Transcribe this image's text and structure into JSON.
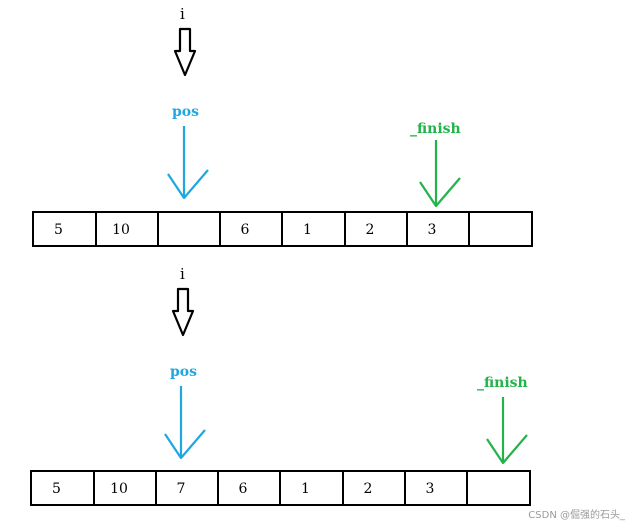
{
  "colors": {
    "i_arrow": "#000000",
    "pos_arrow": "#1ea7e1",
    "finish_arrow": "#22b34a",
    "cells_border": "#000000"
  },
  "top": {
    "i_label": "i",
    "pos_label": "pos",
    "finish_label": "_finish",
    "cells": [
      "5",
      "10",
      "",
      "6",
      "1",
      "2",
      "3",
      ""
    ]
  },
  "bottom": {
    "i_label": "i",
    "pos_label": "pos",
    "finish_label": "_finish",
    "cells": [
      "5",
      "10",
      "7",
      "6",
      "1",
      "2",
      "3",
      ""
    ]
  },
  "watermark": "CSDN @倔强的石头_"
}
